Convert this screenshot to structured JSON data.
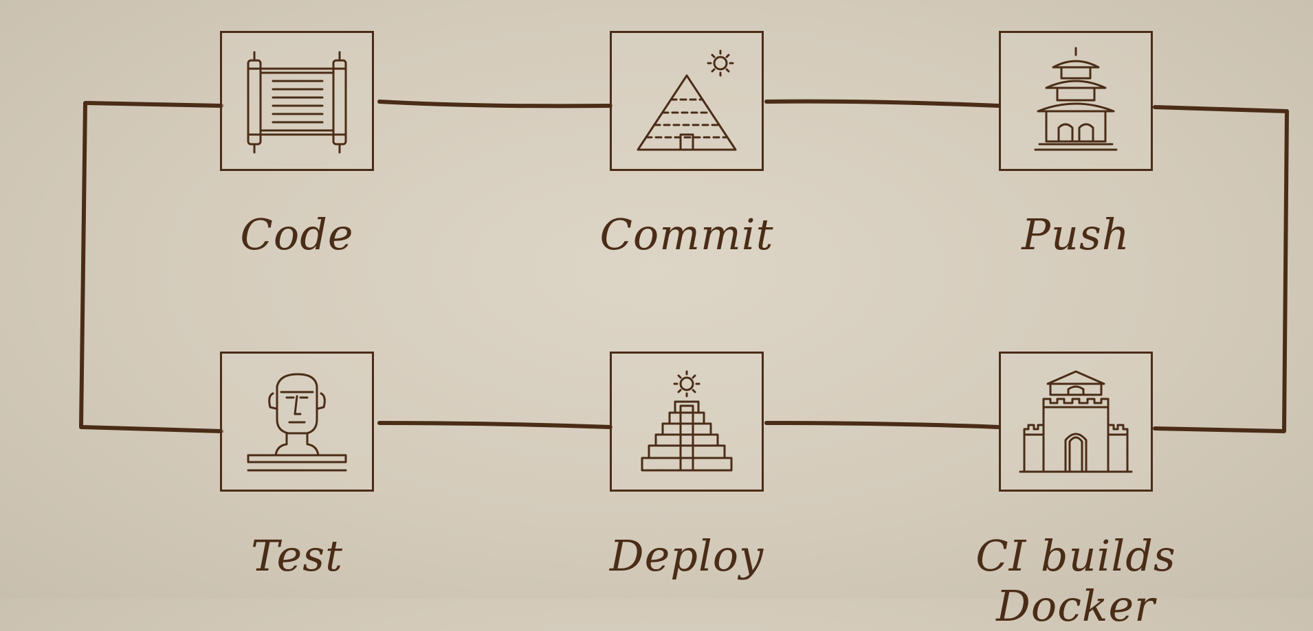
{
  "colors": {
    "ink": "#4a2c17",
    "paper": "#d8d0c1"
  },
  "nodes": [
    {
      "label": "Code",
      "icon": "scroll-icon"
    },
    {
      "label": "Commit",
      "icon": "pyramid-icon"
    },
    {
      "label": "Push",
      "icon": "pagoda-icon"
    },
    {
      "label": "Test",
      "icon": "moai-statue-icon"
    },
    {
      "label": "Deploy",
      "icon": "step-pyramid-icon"
    },
    {
      "label": "CI builds Docker",
      "icon": "castle-icon"
    }
  ]
}
